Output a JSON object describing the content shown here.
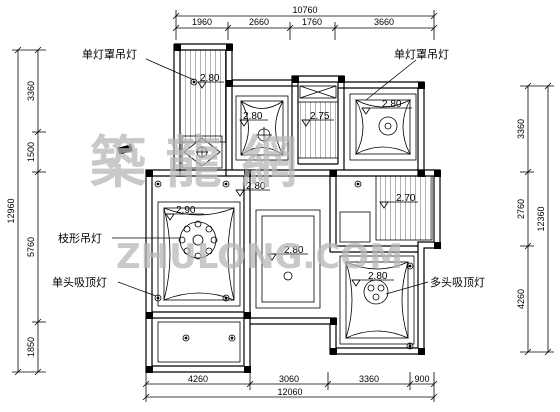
{
  "dimensions": {
    "top_total": "10760",
    "top_segments": [
      "1960",
      "2660",
      "1760",
      "3660"
    ],
    "bottom_total": "12060",
    "bottom_segments": [
      "4260",
      "3060",
      "3360",
      "900"
    ],
    "left_total": "12960",
    "left_segments": [
      "3360",
      "1500",
      "5760",
      "1850"
    ],
    "right_total": "12360",
    "right_segments": [
      "3360",
      "2760",
      "4260"
    ]
  },
  "labels": {
    "single_pendant_left": "单灯罩吊灯",
    "single_pendant_right": "单灯罩吊灯",
    "branch_chandelier": "枝形吊灯",
    "single_ceiling_light": "单头吸顶灯",
    "multi_ceiling_light": "多头吸顶灯"
  },
  "ceiling_heights": {
    "top_left_hall": "2.80",
    "top_left_room": "2.80",
    "corridor": "2.75",
    "top_right_room": "2.80",
    "central": "2.80",
    "living": "2.90",
    "middle_room": "2.80",
    "right_room": "2.70",
    "bottom_right_room": "2.80"
  },
  "watermark": {
    "chinese": "築  龍  網",
    "latin": "ZHULONG.COM"
  }
}
